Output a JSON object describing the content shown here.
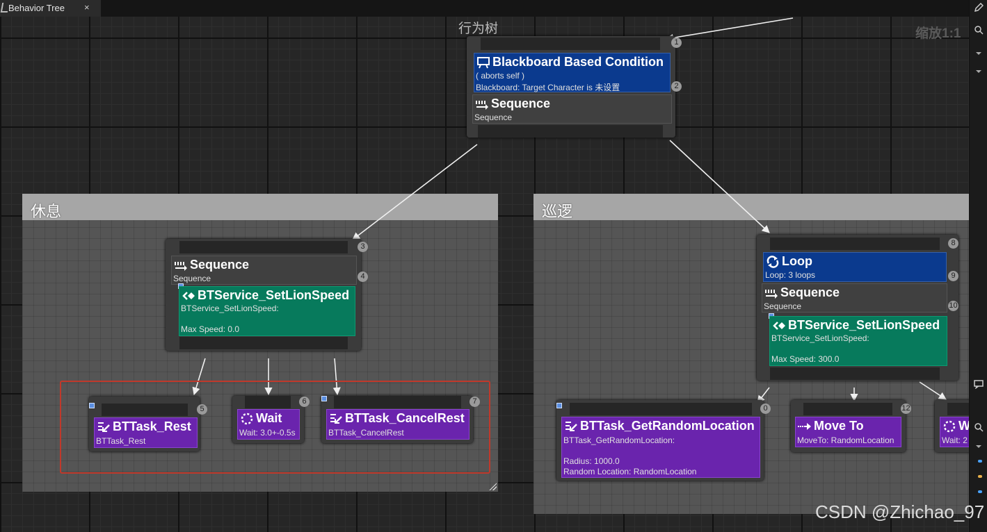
{
  "tab": {
    "label": "Behavior Tree",
    "close": "×"
  },
  "graph": {
    "title": "行为树",
    "zoom": "缩放1:1"
  },
  "comments": {
    "rest": "休息",
    "patrol": "巡逻"
  },
  "root": {
    "pin_in": "1",
    "decorator": {
      "title": "Blackboard Based Condition",
      "line1": "( aborts self )",
      "line2": "Blackboard: Target Character is 未设置",
      "index": "2"
    },
    "composite": {
      "title": "Sequence",
      "sub": "Sequence"
    }
  },
  "rest_seq": {
    "pin_in": "3",
    "composite": {
      "title": "Sequence",
      "sub": "Sequence",
      "index": "4"
    },
    "service": {
      "title": "BTService_SetLionSpeed",
      "line1": "BTService_SetLionSpeed:",
      "line2": "Max Speed: 0.0"
    }
  },
  "rest_tasks": [
    {
      "title": "BTTask_Rest",
      "sub": "BTTask_Rest",
      "index": "5"
    },
    {
      "title": "Wait",
      "sub": "Wait: 3.0+-0.5s",
      "index": "6"
    },
    {
      "title": "BTTask_CancelRest",
      "sub": "BTTask_CancelRest",
      "index": "7"
    }
  ],
  "patrol_loop": {
    "pin_in": "8",
    "decorator": {
      "title": "Loop",
      "sub": "Loop: 3 loops",
      "index": "9"
    },
    "composite": {
      "title": "Sequence",
      "sub": "Sequence",
      "index": "10"
    },
    "service": {
      "title": "BTService_SetLionSpeed",
      "line1": "BTService_SetLionSpeed:",
      "line2": "Max Speed: 300.0"
    }
  },
  "patrol_tasks": [
    {
      "title": "BTTask_GetRandomLocation",
      "line1": "BTTask_GetRandomLocation:",
      "line2": "Radius: 1000.0",
      "line3": "Random Location: RandomLocation",
      "index": "0"
    },
    {
      "title": "Move To",
      "sub": "MoveTo: RandomLocation",
      "index": "12"
    },
    {
      "title": "W",
      "sub": "Wait: 2"
    }
  ],
  "watermark": "CSDN @Zhichao_97",
  "colors": {
    "decorator": "#0b3a8e",
    "service": "#077a5c",
    "task": "#6a24ad",
    "composite": "#404040",
    "highlight": "#c0392b"
  }
}
